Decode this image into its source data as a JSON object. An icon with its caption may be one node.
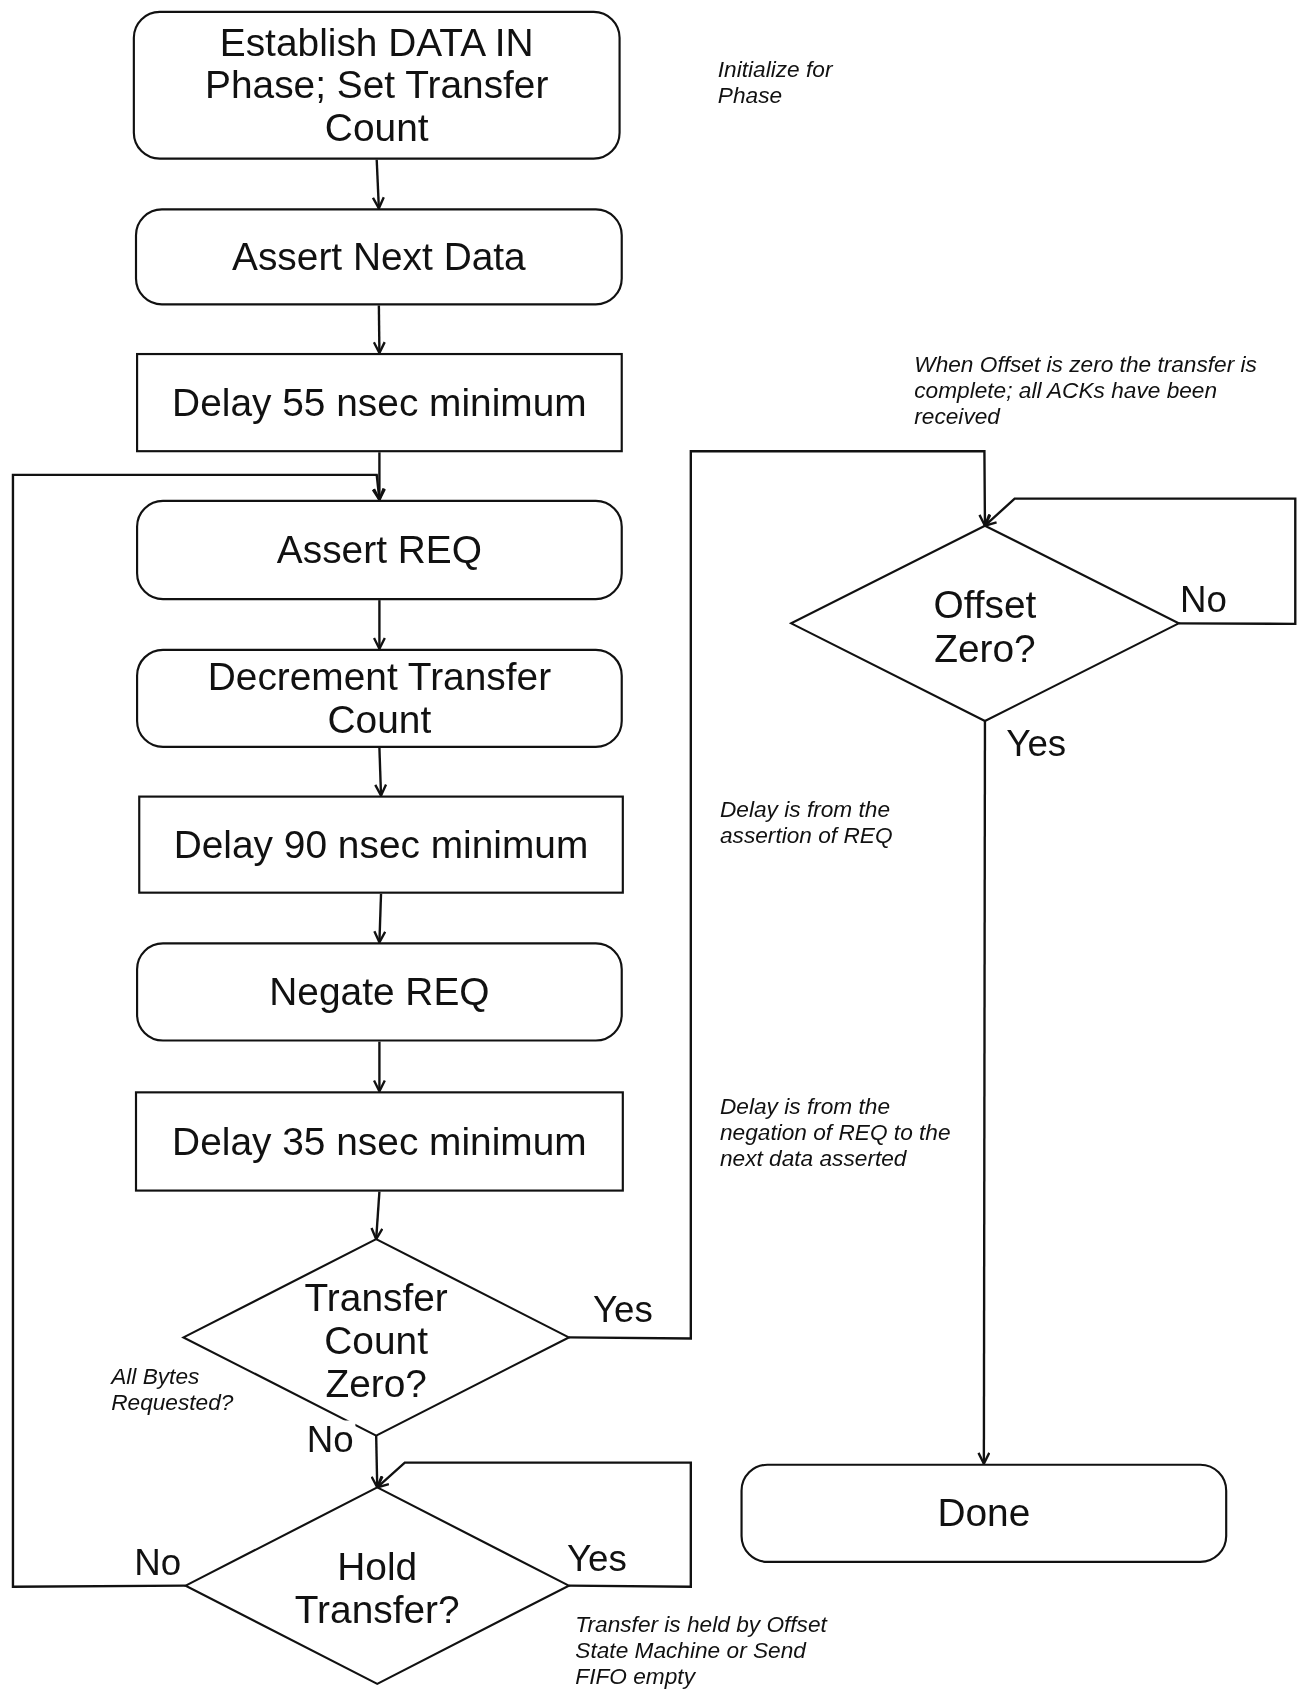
{
  "diagram": {
    "nodes": [
      {
        "text": [
          "Establish DATA IN Phase; Set Transfer Count"
        ]
      },
      {
        "text": [
          "Assert Next Data"
        ]
      },
      {
        "text": [
          "Delay 55 nsec minimum"
        ]
      },
      {
        "text": [
          "Assert REQ"
        ]
      },
      {
        "text": [
          "Decrement Transfer Count"
        ]
      },
      {
        "text": [
          "Delay 90 nsec minimum"
        ]
      },
      {
        "text": [
          "Negate REQ"
        ]
      },
      {
        "text": [
          "Delay 35 nsec minimum"
        ]
      },
      {
        "text": [
          "Transfer Count Zero?"
        ]
      },
      {
        "text": [
          "Hold Transfer?"
        ]
      },
      {
        "text": [
          "Offset Zero?"
        ]
      },
      {
        "text": [
          "Done"
        ]
      }
    ],
    "edges": [
      {
        "from": 0,
        "to": 1,
        "arrow": "to"
      },
      {
        "from": 1,
        "to": 2,
        "arrow": "to"
      },
      {
        "from": 2,
        "to": 3,
        "arrow": "to"
      },
      {
        "from": 3,
        "to": 4,
        "arrow": "to"
      },
      {
        "from": 4,
        "to": 5,
        "arrow": "to"
      },
      {
        "from": 5,
        "to": 6,
        "arrow": "to"
      },
      {
        "from": 6,
        "to": 7,
        "arrow": "to"
      },
      {
        "from": 7,
        "to": 8,
        "arrow": "to"
      },
      {
        "from": 8,
        "to": 9,
        "arrow": "to",
        "label": "No"
      },
      {
        "from": 8,
        "to": 10,
        "arrow": "to",
        "label": "Yes"
      },
      {
        "from": 10,
        "to": 10,
        "arrow": "to",
        "label": "No"
      },
      {
        "from": 10,
        "to": 11,
        "arrow": "to",
        "label": "Yes"
      },
      {
        "from": 9,
        "to": 9,
        "arrow": "to",
        "label": "Yes"
      },
      {
        "from": 9,
        "to": 3,
        "arrow": "to",
        "label": "No"
      }
    ],
    "labels": [
      "Initialize for Phase",
      "When Offset is zero the transfer is complete; all ACKs have been received",
      "Delay is from the assertion of REQ",
      "Delay is from the negation of REQ to the next data asserted",
      "All Bytes Requested?",
      "Transfer is held by Offset State Machine or Send FIFO empty"
    ]
  }
}
